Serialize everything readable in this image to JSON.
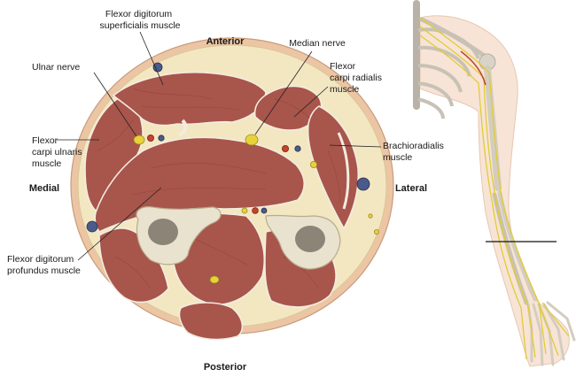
{
  "orientation": {
    "anterior": "Anterior",
    "posterior": "Posterior",
    "medial": "Medial",
    "lateral": "Lateral"
  },
  "labels": {
    "fds": [
      "Flexor digitorum",
      "superficialis muscle"
    ],
    "median_nerve": [
      "Median nerve"
    ],
    "ulnar_nerve": [
      "Ulnar nerve"
    ],
    "fcr": [
      "Flexor",
      "carpi radialis",
      "muscle"
    ],
    "fcu": [
      "Flexor",
      "carpi ulnaris",
      "muscle"
    ],
    "brachioradialis": [
      "Brachioradialis",
      "muscle"
    ],
    "fdp": [
      "Flexor digitorum",
      "profundus muscle"
    ]
  },
  "colors": {
    "skin": "#ecc6a4",
    "fat": "#f3e7c2",
    "muscle": "#a8554c",
    "nerve": "#e8d23a",
    "artery": "#c4432f",
    "vein": "#4a5a8a",
    "bone": "#e9e2cf"
  }
}
